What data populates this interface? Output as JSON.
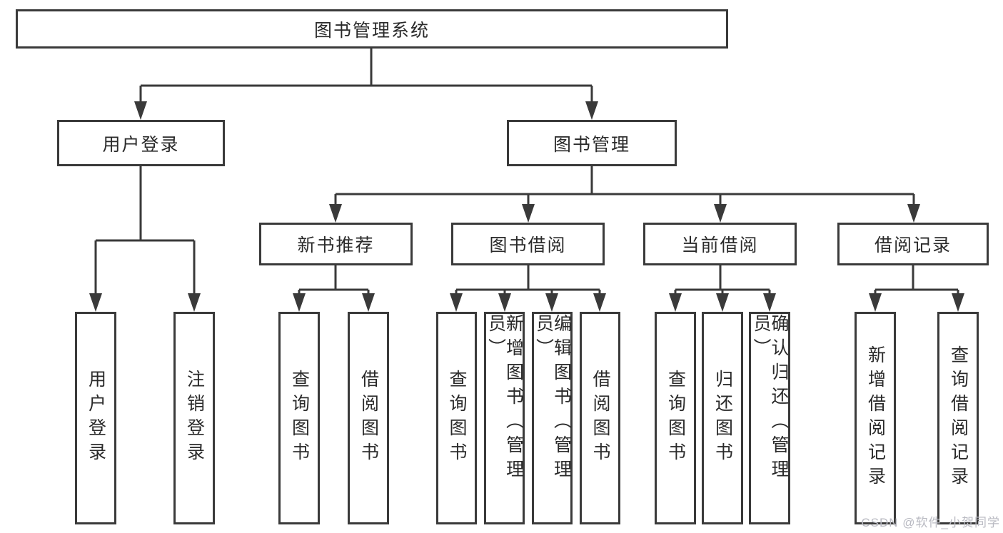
{
  "diagram_title": "图书管理系统",
  "colors": {
    "line": "#3a3a3a",
    "text": "#2a2a2a",
    "box_background": "#ffffff",
    "watermark": "#b9bac2"
  },
  "nodes": {
    "root": "图书管理系统",
    "user_login": "用户登录",
    "book_management": "图书管理",
    "new_book_recommend": "新书推荐",
    "book_borrowing": "图书借阅",
    "current_borrowing": "当前借阅",
    "borrowing_records": "借阅记录",
    "leaf_user_login": "用户登录",
    "leaf_logout_login": "注销登录",
    "leaf_query_books_recommend": "查询图书",
    "leaf_borrow_books_recommend": "借阅图书",
    "leaf_query_books_borrowing": "查询图书",
    "leaf_add_books_admin": "新增图书（管理员）",
    "leaf_edit_books_admin": "编辑图书（管理员）",
    "leaf_borrow_books_borrowing": "借阅图书",
    "leaf_query_books_current": "查询图书",
    "leaf_return_books": "归还图书",
    "leaf_confirm_return_admin": "确认归还（管理员）",
    "leaf_add_borrow_record": "新增借阅记录",
    "leaf_query_borrow_record": "查询借阅记录"
  },
  "watermark": "CSDN @软件_小贺同学"
}
